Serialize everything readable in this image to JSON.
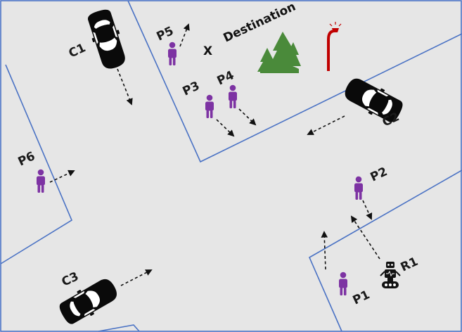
{
  "destination_marker": "X",
  "destination_label": "Destination",
  "cars": [
    {
      "id": "c1",
      "label": "C1"
    },
    {
      "id": "c2",
      "label": "C2"
    },
    {
      "id": "c3",
      "label": "C3"
    }
  ],
  "pedestrians": [
    {
      "id": "p1",
      "label": "P1"
    },
    {
      "id": "p2",
      "label": "P2"
    },
    {
      "id": "p3",
      "label": "P3"
    },
    {
      "id": "p4",
      "label": "P4"
    },
    {
      "id": "p5",
      "label": "P5"
    },
    {
      "id": "p6",
      "label": "P6"
    }
  ],
  "robot": {
    "label": "R1"
  },
  "colors": {
    "road": "#e6e6e6",
    "curb": "#4a72c4",
    "pedestrian": "#7d33a3",
    "car": "#0a0a0a",
    "trees": "#4a8a3a",
    "street_lamp": "#c00000",
    "arrows": "#111111"
  },
  "icons": [
    "car-icon",
    "person-icon",
    "robot-icon",
    "trees-icon",
    "street-lamp-icon",
    "destination-x-icon",
    "arrow"
  ]
}
